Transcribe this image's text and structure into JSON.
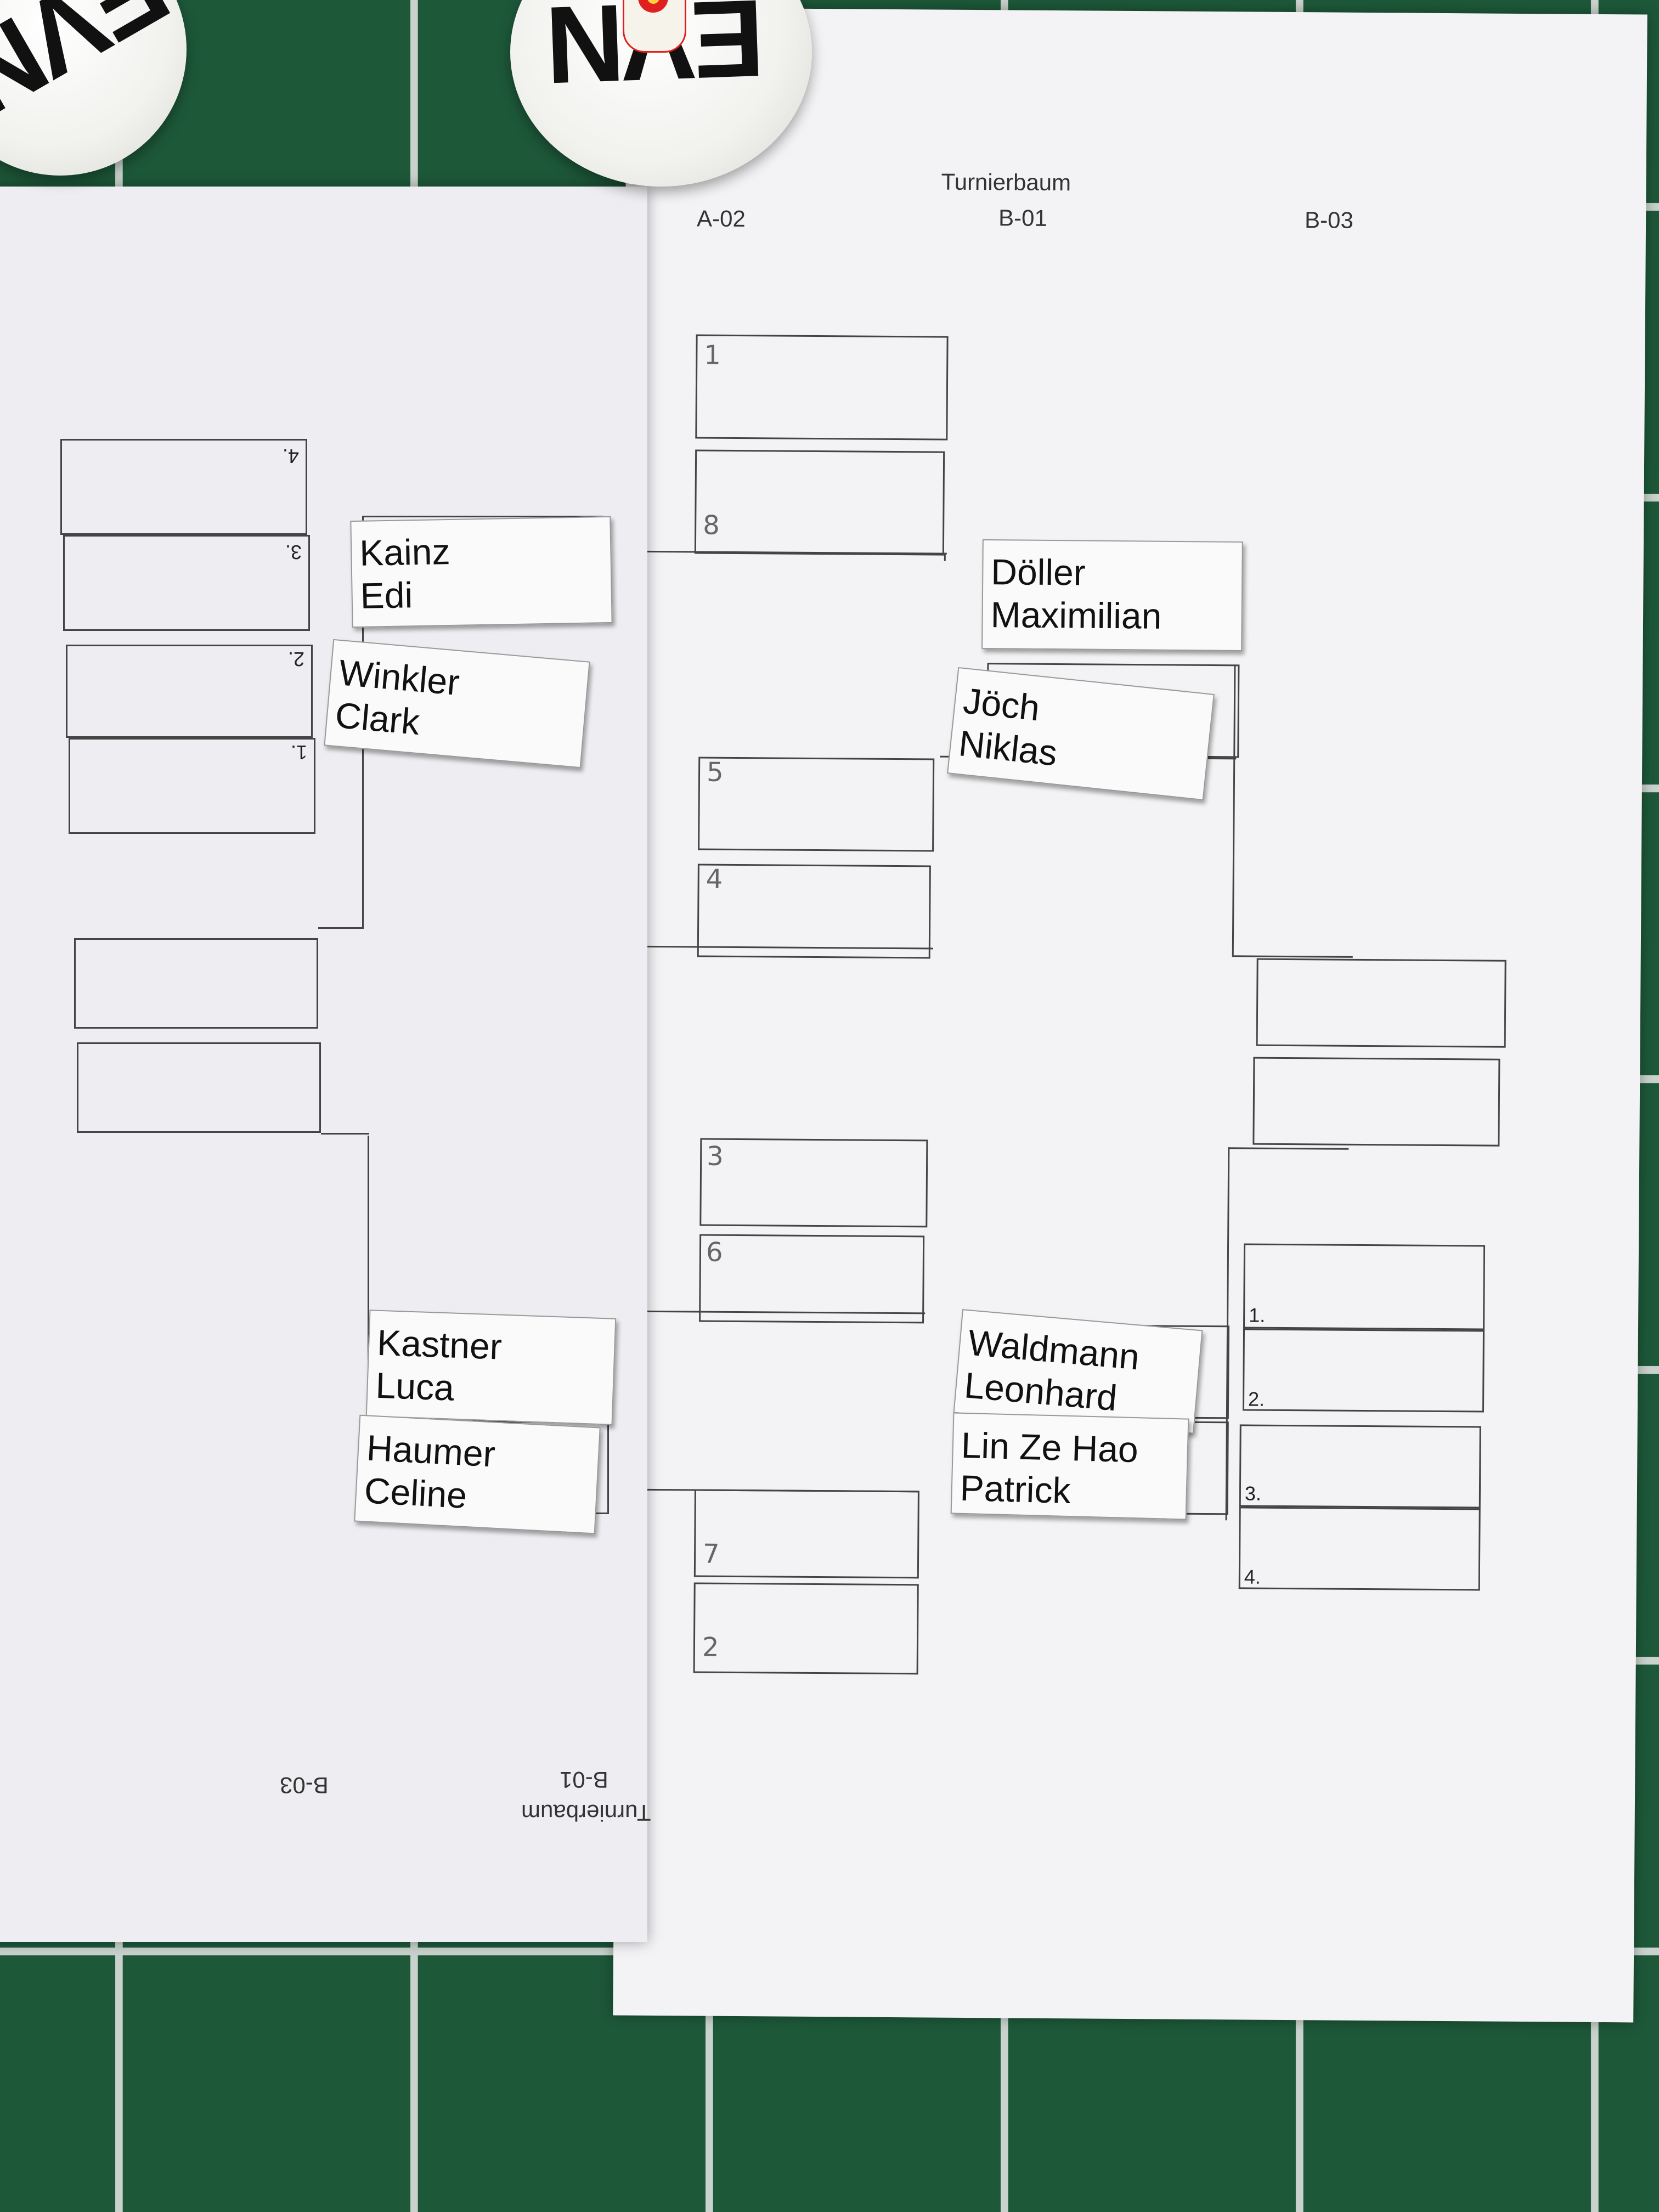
{
  "sheet": {
    "title": "Turnierbaum",
    "columns": [
      "A-02",
      "B-01",
      "B-03"
    ],
    "flipped_footer": {
      "title": "Turnierbaum",
      "left": "B-01",
      "right": "B-03"
    }
  },
  "seeds": [
    "1",
    "8",
    "5",
    "4",
    "3",
    "6",
    "7",
    "2"
  ],
  "ranks_right": [
    "1.",
    "2.",
    "3.",
    "4."
  ],
  "ranks_left": [
    "4.",
    "3.",
    "2.",
    "1."
  ],
  "cards": [
    {
      "line1": "Kainz",
      "line2": "Edi"
    },
    {
      "line1": "Winkler",
      "line2": "Clark"
    },
    {
      "line1": "Döller",
      "line2": "Maximilian"
    },
    {
      "line1": "Jöch",
      "line2": "Niklas"
    },
    {
      "line1": "Kastner",
      "line2": "Luca"
    },
    {
      "line1": "Haumer",
      "line2": "Celine"
    },
    {
      "line1": "Waldmann",
      "line2": "Leonhard"
    },
    {
      "line1": "Lin   Ze   Hao",
      "line2": "Patrick"
    }
  ],
  "magnets": [
    {
      "logo": "EVN"
    },
    {
      "logo": "EVN"
    }
  ],
  "colors": {
    "tile": "#1d5839",
    "grout": "#c9d2cc",
    "paper": "#f3f3f5",
    "logo_red": "#e02020"
  }
}
